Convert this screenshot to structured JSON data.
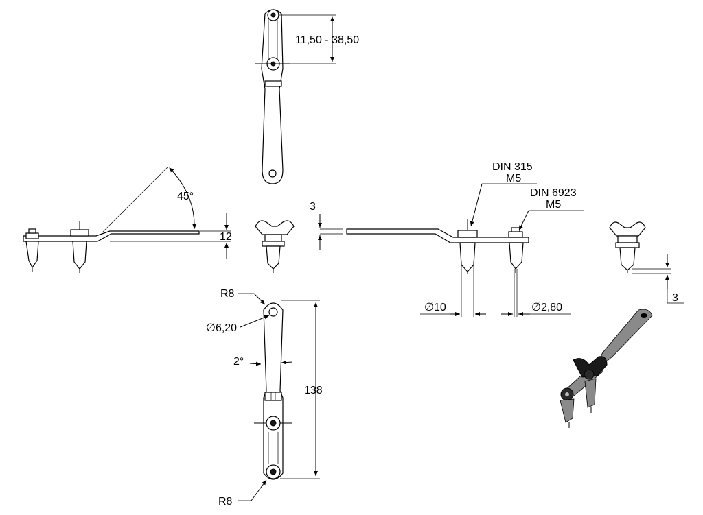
{
  "dimensions": {
    "travel_range": "11,50 - 38,50",
    "angle_45": "45°",
    "offset_12": "12",
    "gap_3_left": "3",
    "gap_3_right": "3",
    "din315_line1": "DIN 315",
    "din315_line2": "M5",
    "din6923_line1": "DIN 6923",
    "din6923_line2": "M5",
    "dia_10": "∅10",
    "dia_280": "∅2,80",
    "radius_top": "R8",
    "radius_bottom": "R8",
    "dia_620": "∅6,20",
    "angle_2": "2°",
    "length_138": "138"
  }
}
